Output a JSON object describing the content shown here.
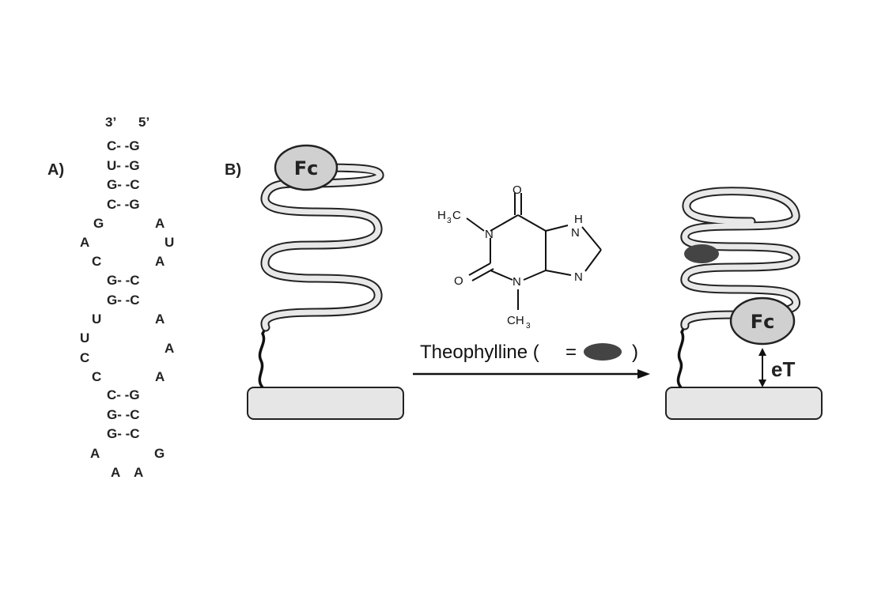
{
  "panelA": {
    "label": "A)",
    "ends": {
      "left": "3’",
      "right": "5’"
    },
    "rows": [
      "C- -G",
      "U- -G",
      "G- -C",
      "C- -G",
      "G",
      "A",
      "A",
      "U",
      "C",
      "A",
      "G- -C",
      "G- -C",
      "U",
      "A",
      "U",
      "C",
      "A",
      "C",
      "A",
      "C- -G",
      "G- -C",
      "G- -C",
      "A",
      "G",
      "A",
      "A"
    ]
  },
  "panelB": {
    "label": "B)",
    "fc_label": "Fc",
    "reagent": {
      "text": "Theophylline (",
      "eq": "=",
      "close": ")"
    },
    "et_label": "eT",
    "molecule": {
      "O_top": "O",
      "O_left": "O",
      "N1": "N",
      "N3": "N",
      "N7": "N",
      "N9": "H",
      "N9_N": "N",
      "methyl_h": "H",
      "methyl_sub": "3",
      "methyl_c": "C",
      "methyl2_c": "CH",
      "methyl2_sub": "3"
    }
  }
}
